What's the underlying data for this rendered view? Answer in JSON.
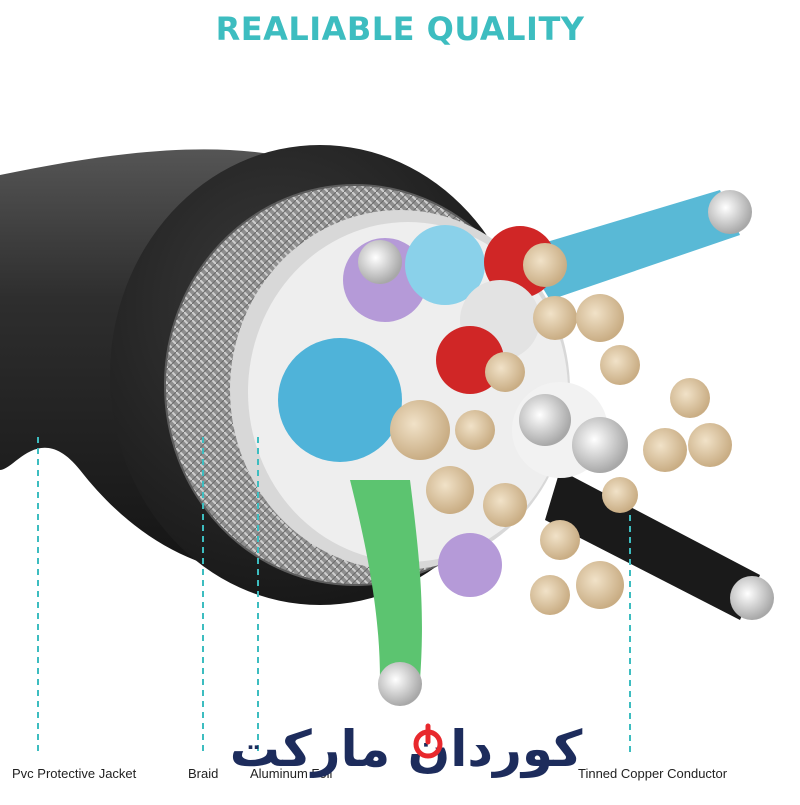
{
  "title": "REALIABLE QUALITY",
  "colors": {
    "accent": "#3dbdc0",
    "jacket": "#2b2b2b",
    "braid": "#9a9a9a",
    "foil": "#d9d9d9",
    "logo_blue": "#1d2c5c",
    "logo_red": "#e8282d"
  },
  "labels": [
    {
      "key": "jacket",
      "text": "Pvc Protective Jacket"
    },
    {
      "key": "braid",
      "text": "Braid"
    },
    {
      "key": "foil",
      "text": "Aluminum Foil"
    },
    {
      "key": "conductor",
      "text": "Tinned Copper Conductor"
    }
  ],
  "logo": {
    "text": "کوردان مارکت"
  }
}
